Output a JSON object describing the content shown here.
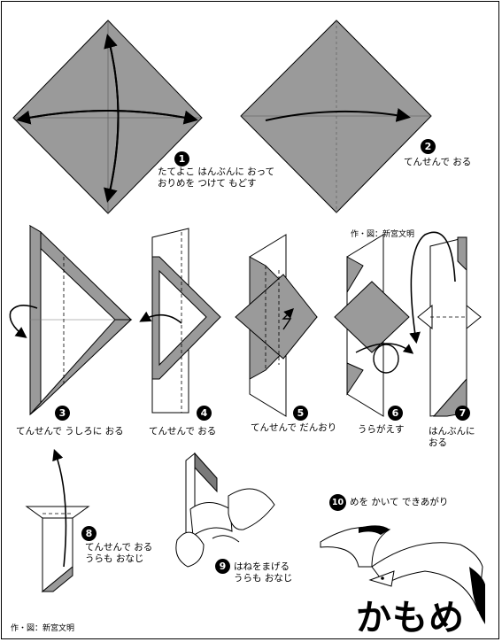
{
  "title": "かもめ",
  "credit_top": "作・図：新宮文明",
  "credit_bottom": "作・図：新宮文明",
  "steps": [
    {
      "num": "1",
      "lines": [
        "たてよこ はんぶんに おって",
        "おりめを つけて もどす"
      ]
    },
    {
      "num": "2",
      "lines": [
        "てんせんで おる"
      ]
    },
    {
      "num": "3",
      "lines": [
        "てんせんで うしろに おる"
      ]
    },
    {
      "num": "4",
      "lines": [
        "てんせんで おる"
      ]
    },
    {
      "num": "5",
      "lines": [
        "てんせんで だんおり"
      ]
    },
    {
      "num": "6",
      "lines": [
        "うらがえす"
      ]
    },
    {
      "num": "7",
      "lines": [
        "はんぶんに",
        "おる"
      ]
    },
    {
      "num": "8",
      "lines": [
        "てんせんで おる",
        "うらも おなじ"
      ]
    },
    {
      "num": "9",
      "lines": [
        "はねをまげる",
        "うらも おなじ"
      ]
    },
    {
      "num": "10",
      "lines": [
        "めを かいて できあがり"
      ]
    }
  ],
  "colors": {
    "paper_gray": "#9a9a9a",
    "dark_gray": "#7a7a7a",
    "line": "#000000"
  }
}
